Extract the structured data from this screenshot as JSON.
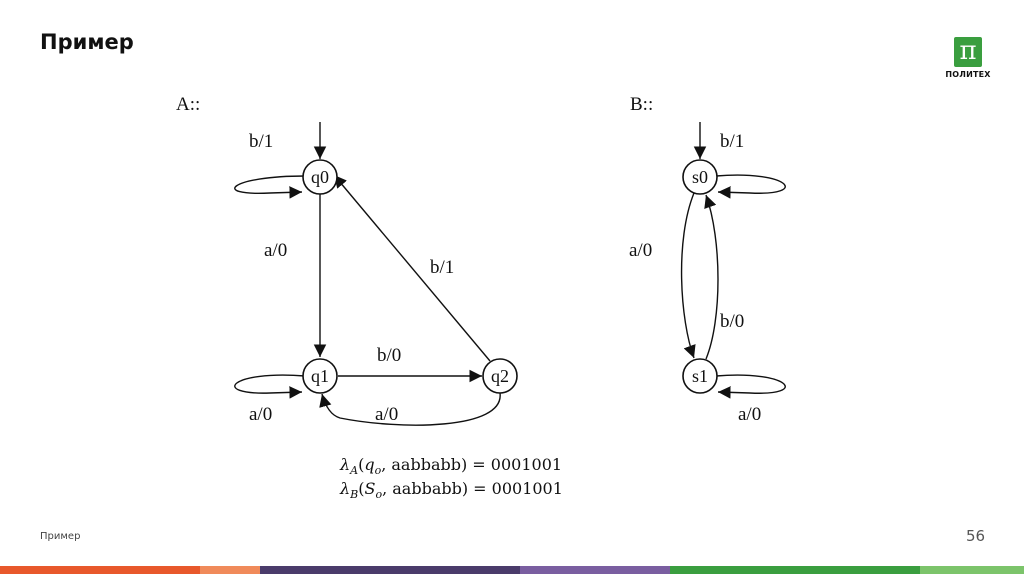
{
  "slide": {
    "title": "Пример",
    "footer_label": "Пример",
    "page_number": "56"
  },
  "logo": {
    "glyph": "π",
    "text": "ПОЛИТЕХ",
    "color": "#3a9e3f"
  },
  "automaton_a": {
    "name": "A::",
    "states": [
      "q0",
      "q1",
      "q2"
    ],
    "transitions": [
      {
        "label": "b/1",
        "from": "q0",
        "to": "q0"
      },
      {
        "label": "a/0",
        "from": "q0",
        "to": "q1"
      },
      {
        "label": "a/0",
        "from": "q1",
        "to": "q1"
      },
      {
        "label": "b/0",
        "from": "q1",
        "to": "q2"
      },
      {
        "label": "a/0",
        "from": "q2",
        "to": "q1"
      },
      {
        "label": "b/1",
        "from": "q2",
        "to": "q0"
      }
    ]
  },
  "automaton_b": {
    "name": "B::",
    "states": [
      "s0",
      "s1"
    ],
    "transitions": [
      {
        "label": "b/1",
        "from": "s0",
        "to": "s0"
      },
      {
        "label": "a/0",
        "from": "s0",
        "to": "s1"
      },
      {
        "label": "b/0",
        "from": "s1",
        "to": "s0"
      },
      {
        "label": "a/0",
        "from": "s1",
        "to": "s1"
      }
    ]
  },
  "formulas": {
    "line_a": {
      "sym": "λ",
      "sub1": "A",
      "q": "q",
      "sub2": "o",
      "rest": ", aabbabb) = 0001001"
    },
    "line_b": {
      "sym": "λ",
      "sub1": "B",
      "q": "S",
      "sub2": "o",
      "rest": ", aabbabb) = 0001001"
    }
  },
  "bottom_bar_colors": [
    "#e8582b",
    "#f08a5a",
    "#4a3b6b",
    "#7a5ea0",
    "#3a9e3f",
    "#7cc46b"
  ]
}
